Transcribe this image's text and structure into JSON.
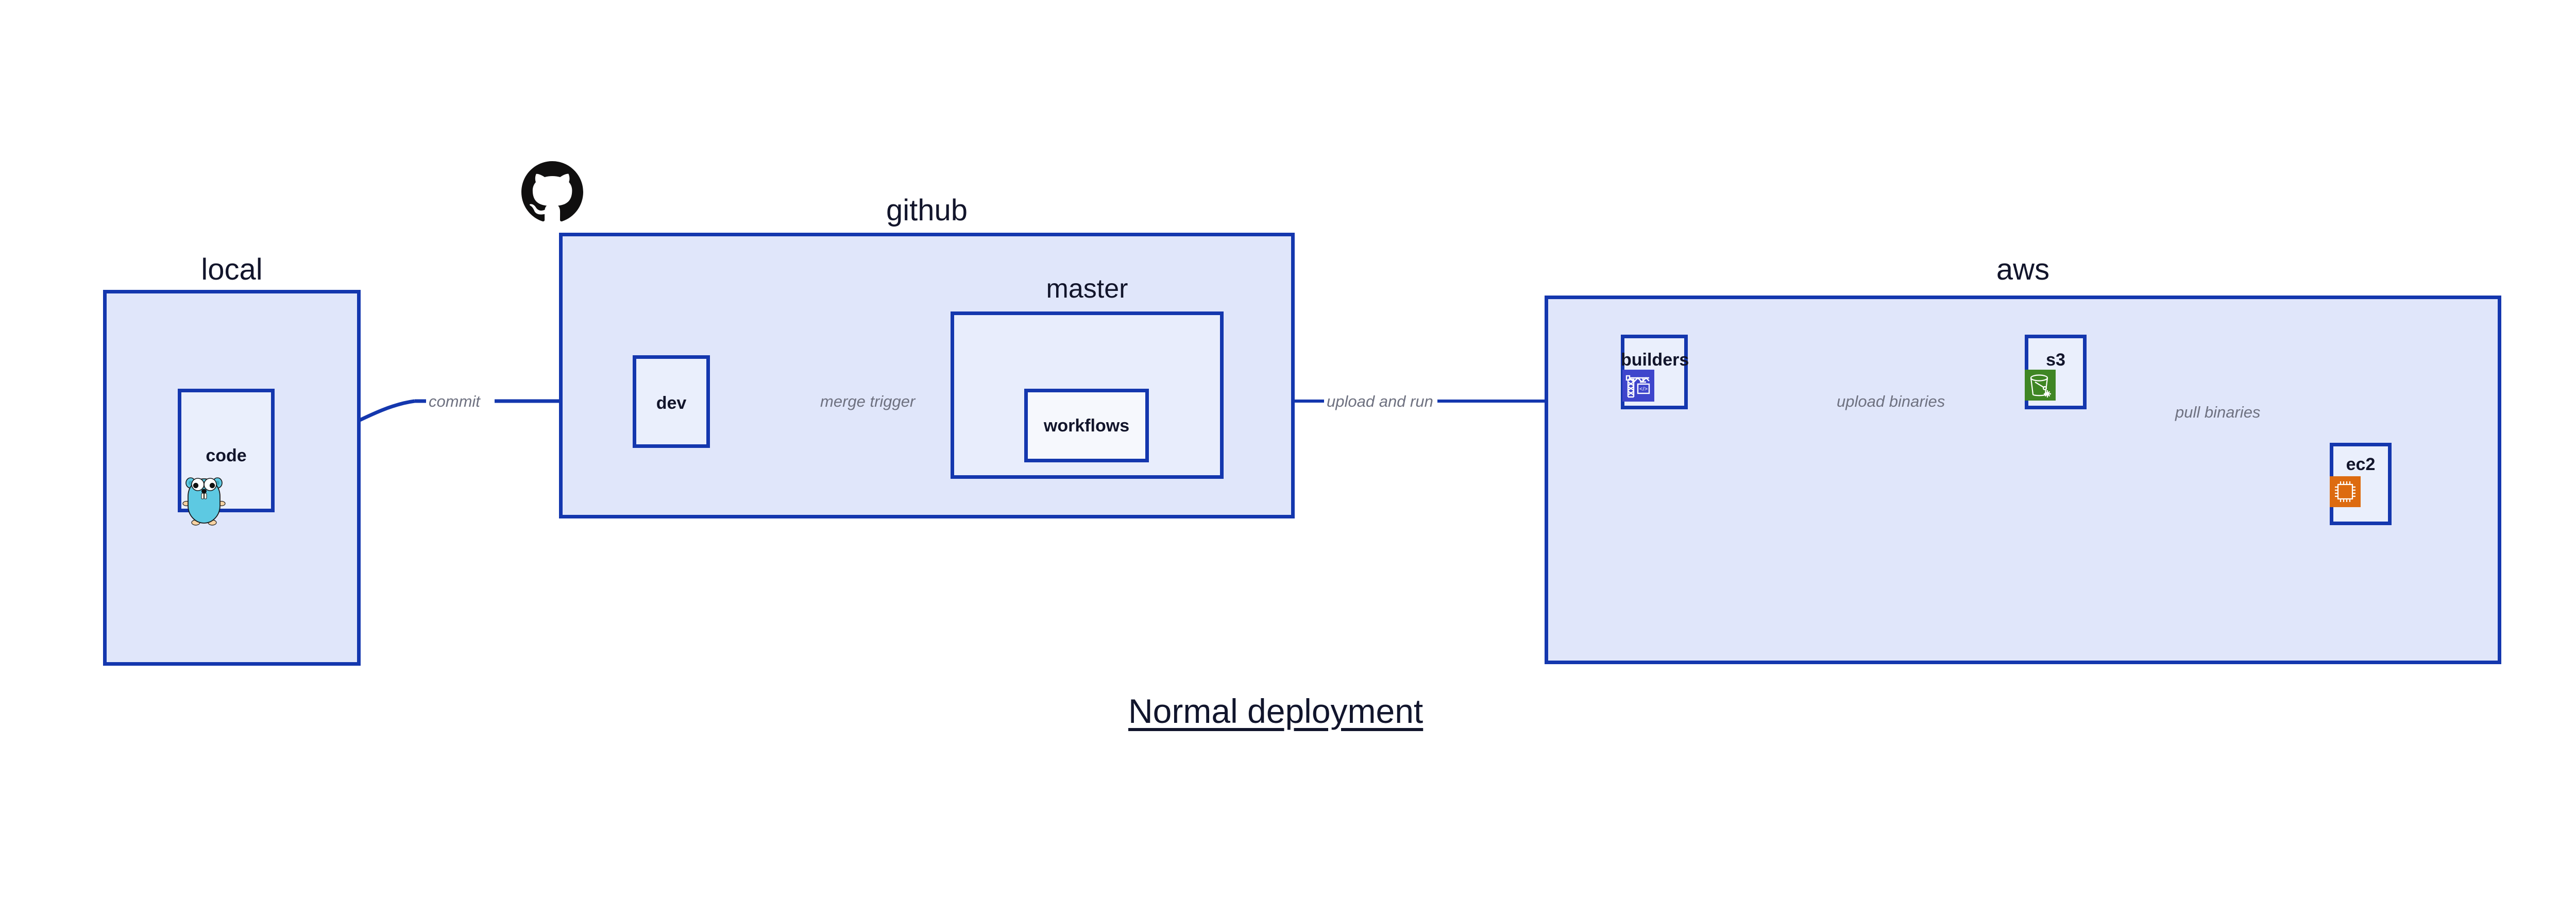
{
  "diagram": {
    "title": "Normal deployment",
    "colors": {
      "border": "#1437ae",
      "group_fill": "#e0e6fa",
      "subgroup_fill": "#e8edfc",
      "node_fill": "#eaeffc",
      "node_fill_white": "#f6f8fd",
      "edge": "#1437ae",
      "edge_label": "#6e7180",
      "text": "#12152b",
      "github_logo": "#100f0f",
      "builders_icon": "#3f46cc",
      "s3_icon": "#3f8624",
      "ec2_icon": "#dd6b10",
      "gopher_body": "#5dc9e2",
      "gopher_accent": "#f6d2a2"
    }
  },
  "groups": [
    {
      "id": "local",
      "label": "local"
    },
    {
      "id": "github",
      "label": "github"
    },
    {
      "id": "master",
      "label": "master"
    },
    {
      "id": "aws",
      "label": "aws"
    }
  ],
  "nodes": [
    {
      "id": "code",
      "label": "code",
      "icon": "go-gopher-icon"
    },
    {
      "id": "dev",
      "label": "dev",
      "icon": ""
    },
    {
      "id": "workflows",
      "label": "workflows",
      "icon": ""
    },
    {
      "id": "builders",
      "label": "builders",
      "icon": "aws-builders-crane-icon"
    },
    {
      "id": "s3",
      "label": "s3",
      "icon": "aws-s3-bucket-icon"
    },
    {
      "id": "ec2",
      "label": "ec2",
      "icon": "aws-ec2-chip-icon"
    }
  ],
  "edges": [
    {
      "id": "code-dev",
      "from": "code",
      "to": "dev",
      "label": "commit"
    },
    {
      "id": "dev-workflows",
      "from": "dev",
      "to": "workflows",
      "label": "merge trigger"
    },
    {
      "id": "workflows-build",
      "from": "workflows",
      "to": "builders",
      "label": "upload and run"
    },
    {
      "id": "builders-s3",
      "from": "builders",
      "to": "s3",
      "label": "upload binaries"
    },
    {
      "id": "s3-ec2",
      "from": "s3",
      "to": "ec2",
      "label": "pull binaries"
    }
  ],
  "logos": [
    {
      "id": "github-logo",
      "name": "github-octocat-logo"
    }
  ]
}
